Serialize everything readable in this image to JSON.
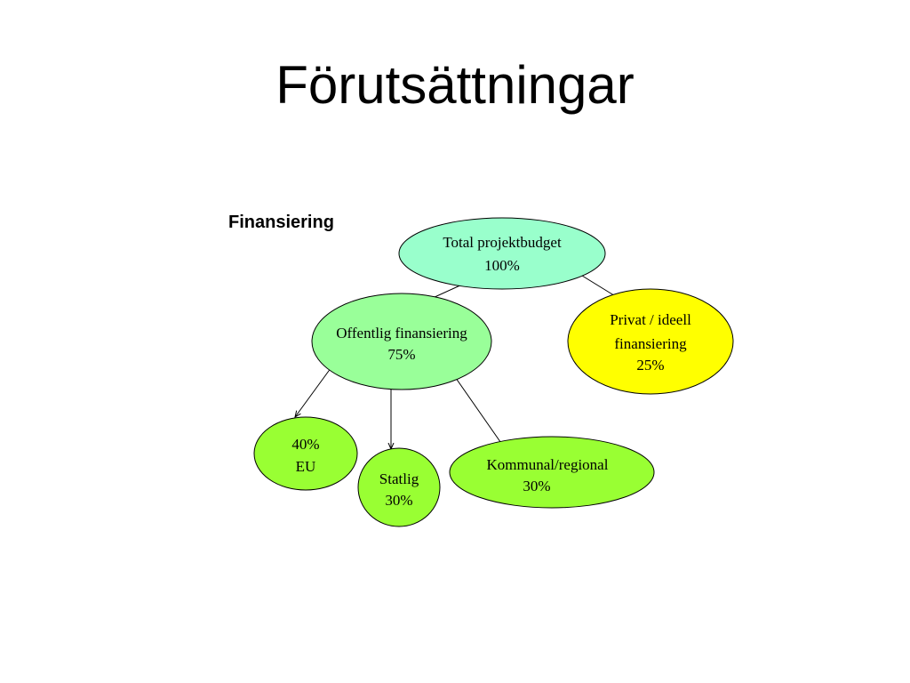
{
  "slide": {
    "title": "Förutsättningar",
    "section_label": "Finansiering"
  },
  "nodes": {
    "total": {
      "line1": "Total projektbudget",
      "line2": "100%",
      "color": "#99ffcc"
    },
    "public": {
      "line1": "Offentlig finansiering",
      "line2": "75%",
      "color": "#99ff99"
    },
    "private": {
      "line1": "Privat / ideell",
      "line2": "finansiering",
      "line3": "25%",
      "color": "#ffff00"
    },
    "eu": {
      "line1": "40%",
      "line2": "EU",
      "color": "#99ff33"
    },
    "state": {
      "line1": "Statlig",
      "line2": "30%",
      "color": "#99ff33"
    },
    "municipal": {
      "line1": "Kommunal/regional",
      "line2": "30%",
      "color": "#99ff33"
    }
  }
}
